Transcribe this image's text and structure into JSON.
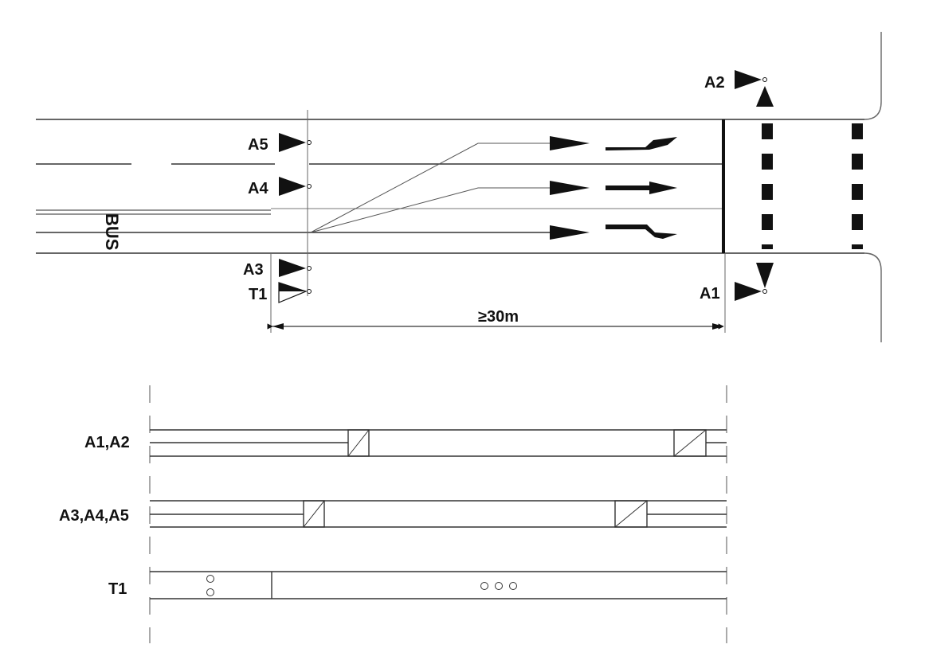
{
  "signals": {
    "a1": "A1",
    "a2": "A2",
    "a3": "A3",
    "a4": "A4",
    "a5": "A5",
    "t1": "T1"
  },
  "bus_label": "BUS",
  "distance_label": "≥30m",
  "timing": {
    "rows": [
      {
        "label": "A1,A2"
      },
      {
        "label": "A3,A4,A5"
      },
      {
        "label": "T1"
      }
    ]
  },
  "colors": {
    "ink": "#111111",
    "line": "#333333",
    "thin": "#666666",
    "background": "#ffffff"
  }
}
